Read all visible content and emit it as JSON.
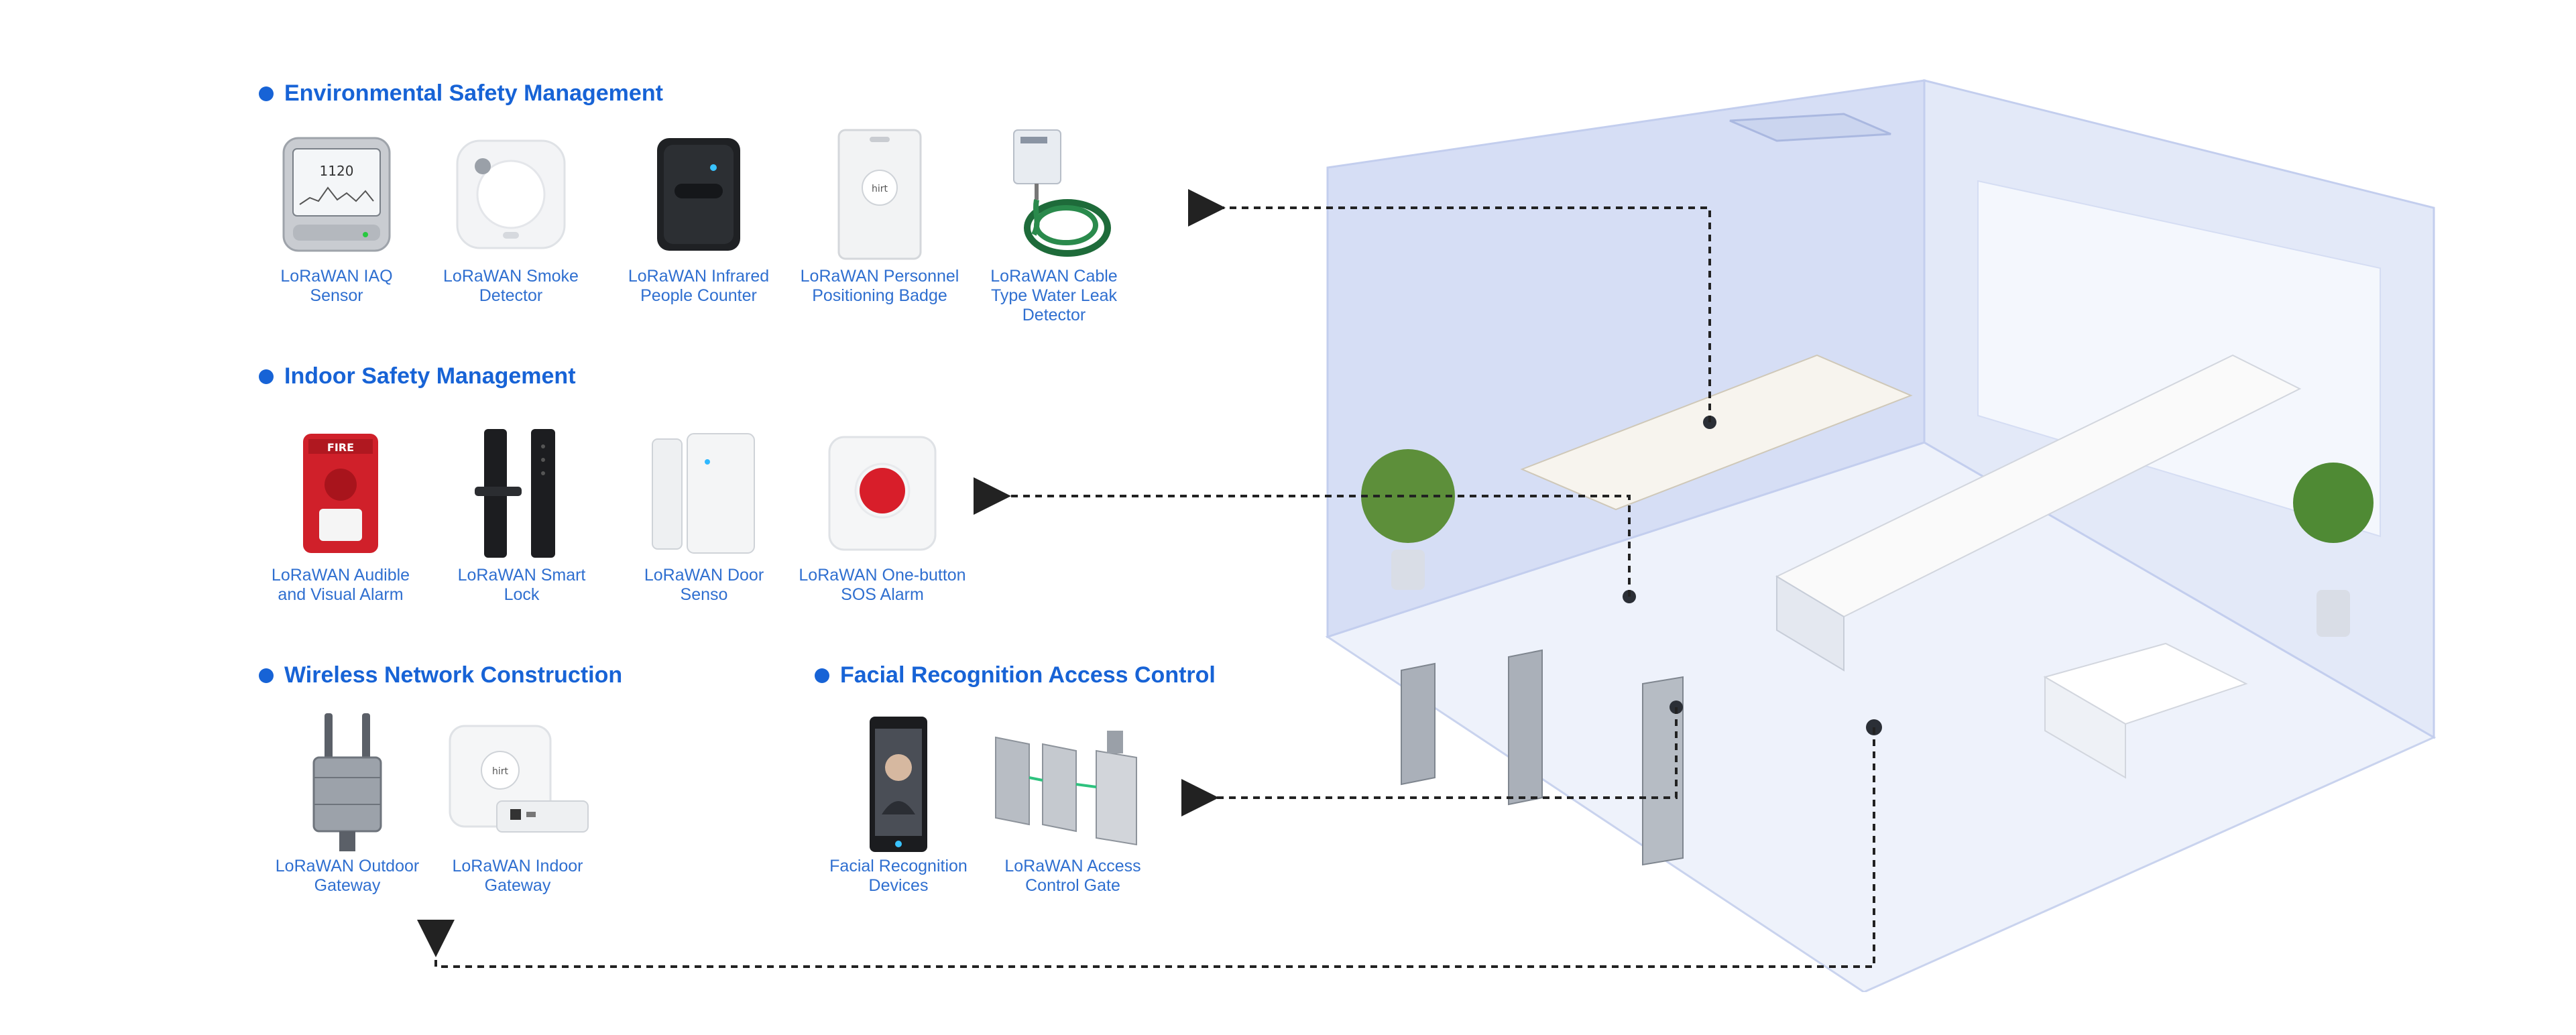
{
  "sections": {
    "environmental": {
      "title": "Environmental Safety Management"
    },
    "indoor": {
      "title": "Indoor Safety Management"
    },
    "wireless": {
      "title": "Wireless Network Construction"
    },
    "facial": {
      "title": "Facial Recognition Access Control"
    }
  },
  "devices": {
    "iaq": {
      "label": "LoRaWAN IAQ\nSensor",
      "screen_value": "1120"
    },
    "smoke": {
      "label": "LoRaWAN Smoke\nDetector"
    },
    "infrared": {
      "label": "LoRaWAN Infrared\nPeople Counter"
    },
    "badge": {
      "label": "LoRaWAN Personnel\nPositioning Badge",
      "logo": "hirt"
    },
    "leak": {
      "label": "LoRaWAN  Cable\nType Water Leak\nDetector"
    },
    "audible": {
      "label": "LoRaWAN Audible\nand Visual Alarm",
      "mark": "FIRE"
    },
    "lock": {
      "label": "LoRaWAN Smart\nLock"
    },
    "door": {
      "label": "LoRaWAN Door\nSenso"
    },
    "sos": {
      "label": "LoRaWAN One-button\nSOS Alarm"
    },
    "outdoor_gw": {
      "label": "LoRaWAN Outdoor\nGateway"
    },
    "indoor_gw": {
      "label": "LoRaWAN Indoor\nGateway",
      "logo": "hirt"
    },
    "facial_dev": {
      "label": "Facial Recognition\nDevices"
    },
    "gate": {
      "label": "LoRaWAN Access\nControl Gate"
    }
  },
  "colors": {
    "accent": "#1763d6",
    "label": "#2f6fd0",
    "room": "#dbe3f8"
  }
}
